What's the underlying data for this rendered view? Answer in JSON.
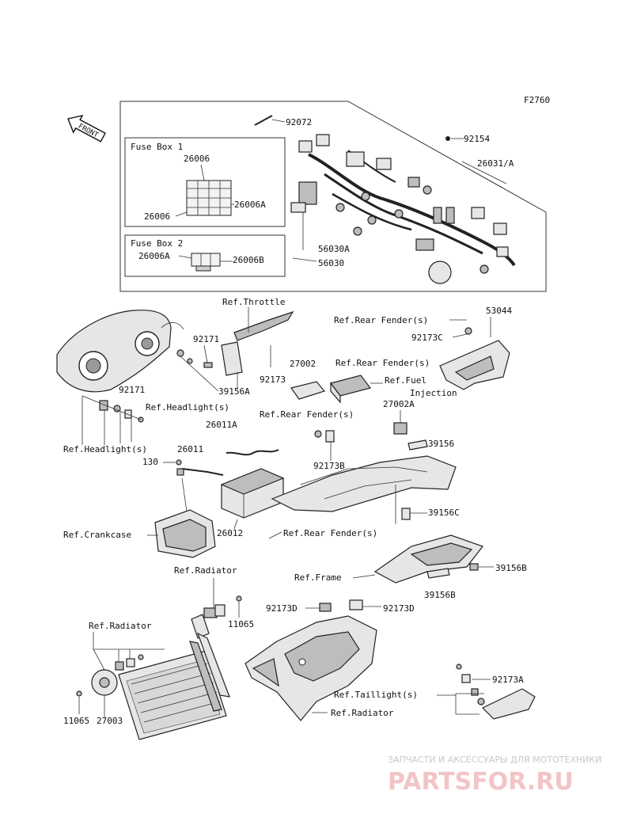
{
  "figure_code": "F2760",
  "front_label": "FRONT",
  "fuse_box1": {
    "title": "Fuse Box 1",
    "labels": [
      "26006",
      "26006A",
      "26006"
    ]
  },
  "fuse_box2": {
    "title": "Fuse Box 2",
    "labels": [
      "26006A",
      "26006B"
    ]
  },
  "callouts": {
    "p92072": "92072",
    "p92154": "92154",
    "p26031A": "26031/A",
    "p56030A": "56030A",
    "p56030": "56030",
    "ref_throttle": "Ref.Throttle",
    "p53044": "53044",
    "ref_rear_fender_1": "Ref.Rear Fender(s)",
    "p92173C": "92173C",
    "p92171_a": "92171",
    "ref_rear_fender_2": "Ref.Rear Fender(s)",
    "p27002": "27002",
    "ref_fuel_1": "Ref.Fuel",
    "ref_fuel_2": "Injection",
    "p92173": "92173",
    "p39156A": "39156A",
    "p92171_b": "92171",
    "ref_headlight_1": "Ref.Headlight(s)",
    "ref_rear_fender_3": "Ref.Rear Fender(s)",
    "p27002A": "27002A",
    "p26011A": "26011A",
    "ref_headlight_2": "Ref.Headlight(s)",
    "p26011": "26011",
    "p39156": "39156",
    "p130": "130",
    "p92173B": "92173B",
    "p39156C": "39156C",
    "ref_crankcase": "Ref.Crankcase",
    "p26012": "26012",
    "ref_rear_fender_4": "Ref.Rear Fender(s)",
    "ref_radiator_1": "Ref.Radiator",
    "ref_frame": "Ref.Frame",
    "p39156B_a": "39156B",
    "p39156B_b": "39156B",
    "p92173D_a": "92173D",
    "p92173D_b": "92173D",
    "p11065_a": "11065",
    "ref_radiator_2": "Ref.Radiator",
    "p92173A": "92173A",
    "ref_taillight": "Ref.Taillight(s)",
    "ref_radiator_3": "Ref.Radiator",
    "p11065_b": "11065",
    "p27003": "27003"
  },
  "watermark": {
    "tagline": "ЗАПЧАСТИ И АКСЕССУАРЫ ДЛЯ МОТОТЕХНИКИ",
    "brand": "PARTSFOR.RU"
  }
}
